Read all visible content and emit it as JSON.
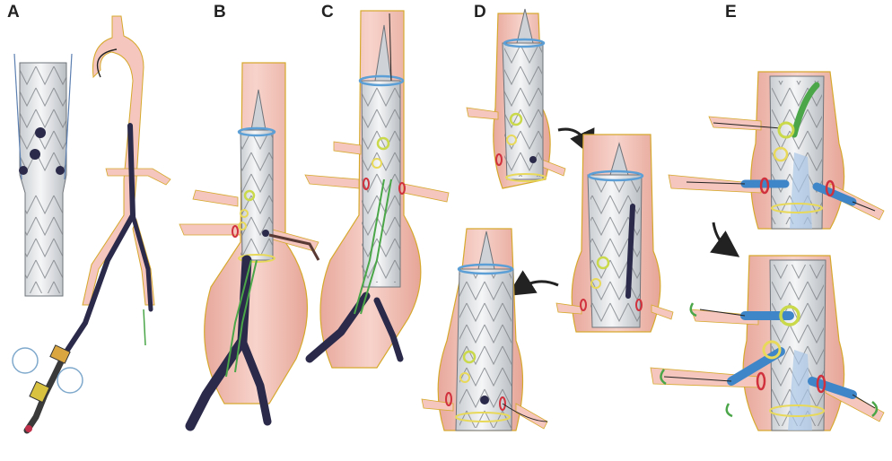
{
  "figure": {
    "panel_labels": [
      "A",
      "B",
      "C",
      "D",
      "E"
    ]
  },
  "colors": {
    "vessel_fill": "#f4c6bd",
    "vessel_outline": "#d6a92d",
    "stent_graft": "#e9ecee",
    "sheath": "#2b2a4a",
    "wire_green": "#4aa648",
    "fenestration_ring": "#c9d94a",
    "marker_yellow": "#e8d95a",
    "marker_red": "#d0313d",
    "ring_blue": "#5b9fd6",
    "covered_stent_blue": "#3f86c8"
  },
  "icons": [
    "curved-arrow-icon",
    "curved-arrow-icon",
    "curved-arrow-icon"
  ]
}
